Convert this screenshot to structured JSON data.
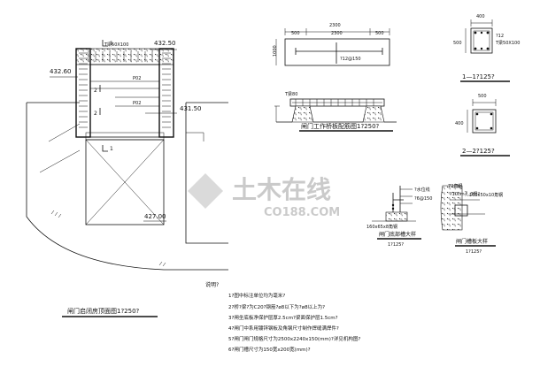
{
  "plan": {
    "title": "闸门启闭房顶面图1?250?",
    "elevations": [
      "432.50",
      "432.60",
      "431.50",
      "427.00"
    ],
    "section_marks": [
      "1",
      "1",
      "2",
      "2"
    ],
    "beam_labels": [
      "T梁50X100",
      "P02",
      "P02"
    ]
  },
  "beam_detail": {
    "title": "闸门工作桥板配筋图1?250?",
    "dims": [
      "2300",
      "500",
      "2300",
      "500"
    ],
    "height_dim": "1000",
    "rebar_label": "?12@150",
    "sub_label": "T梁80"
  },
  "sections": {
    "s1_title": "1—1?125?",
    "s1_dims": [
      "400",
      "?12",
      "500",
      "T梁50X100"
    ],
    "s2_title": "2—2?125?",
    "s2_dims": [
      "500",
      "400"
    ]
  },
  "slot_detail": {
    "title": "闸门底部槽大样",
    "scale": "1?125?",
    "labels": [
      "?水位线",
      "?6@150",
      "160x65x8角钢"
    ]
  },
  "side_detail": {
    "title": "闸门槽板大样",
    "scale": "1?125?",
    "labels": [
      "72角钢",
      "?10cm孔,3根?",
      "160x50x10角钢"
    ]
  },
  "notes": {
    "heading": "说明?",
    "items": [
      "1?图中标注单位均为毫米?",
      "2?桥?梁?为C20?钢筋?ø8以下为?ø8以上为?",
      "3?闸坐底板净保护层厚2.5cm?梁面保护层1.5cm?",
      "4?闸门中系用镀锌钢板及角钢尺寸制作焊缝满焊件?",
      "5?闸门闸门规格尺寸为2500x2240x150(mm)?详见机构图?",
      "6?闸门槽尺寸为150宽x200宽(mm)?"
    ]
  },
  "watermark": {
    "brand": "土木在线",
    "url": "CO188.COM"
  }
}
